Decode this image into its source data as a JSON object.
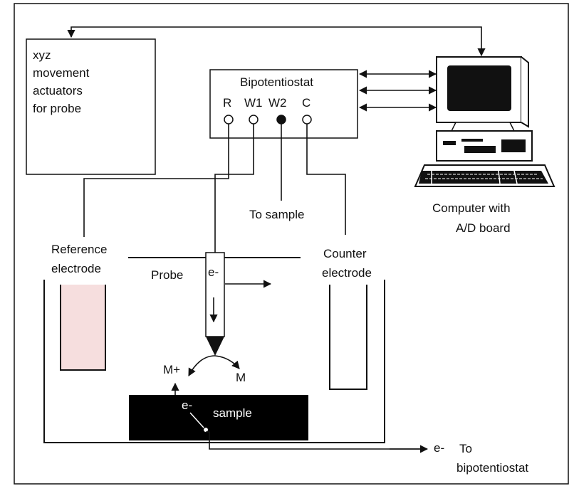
{
  "actuators_label": [
    "xyz",
    "movement",
    "actuators",
    "for probe"
  ],
  "bipotentiostat_label": "Bipotentiostat",
  "terminals": [
    "R",
    "W1",
    "W2",
    "C"
  ],
  "to_sample_label": "To sample",
  "computer_label": [
    "Computer with",
    "A/D board"
  ],
  "reference_label": [
    "Reference",
    "electrode"
  ],
  "counter_label": [
    "Counter",
    "electrode"
  ],
  "probe_label": "Probe",
  "electron_label": "e-",
  "m_plus_label": "M+",
  "m_label": "M",
  "sample_label": "sample",
  "to_bipotentiostat_label": [
    "To",
    "bipotentiostat"
  ],
  "colors": {
    "line": "#111111",
    "reference_fill": "#f6dede",
    "sample": "#000000"
  }
}
